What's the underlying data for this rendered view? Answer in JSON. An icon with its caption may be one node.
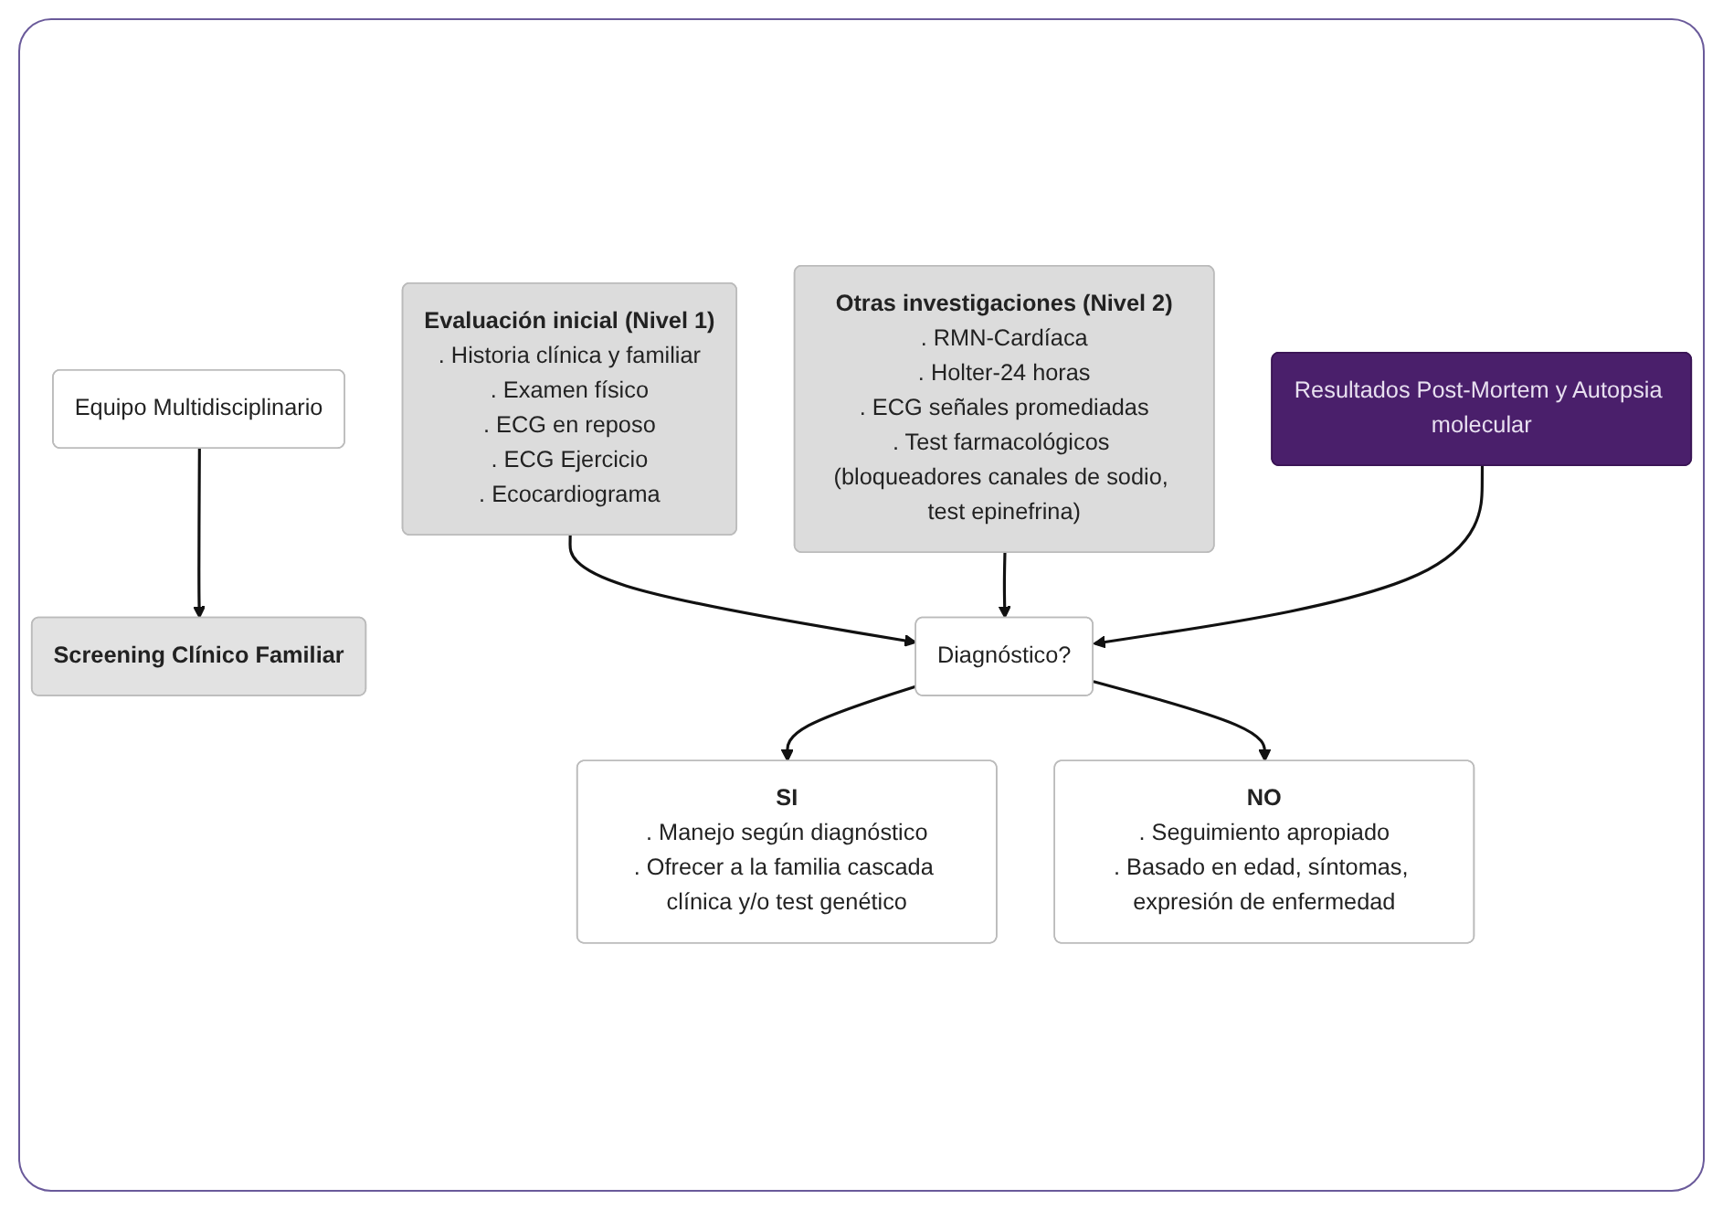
{
  "diagram": {
    "nodes": [
      {
        "text": [
          "Equipo Multidisciplinario"
        ]
      },
      {
        "text": [
          "Screening Clínico Familiar"
        ]
      },
      {
        "text": [
          "Evaluación inicial (Nivel 1)",
          ". Historia clínica y familiar",
          ". Examen físico",
          ". ECG en reposo",
          ". ECG Ejercicio",
          ". Ecocardiograma"
        ]
      },
      {
        "text": [
          "Otras investigaciones (Nivel 2)",
          ". RMN-Cardíaca",
          ". Holter-24 horas",
          ". ECG señales promediadas",
          ". Test farmacológicos (bloqueadores canales de sodio, test epinefrina)"
        ]
      },
      {
        "text": [
          "Resultados Post-Mortem y Autopsia molecular"
        ]
      },
      {
        "text": [
          "Diagnóstico?"
        ]
      },
      {
        "text": [
          "SI",
          ". Manejo según diagnóstico",
          ". Ofrecer a la familia cascada clínica y/o test genético"
        ]
      },
      {
        "text": [
          "NO",
          ". Seguimiento apropiado",
          ". Basado en edad, síntomas, expresión de enfermedad"
        ]
      }
    ],
    "edges": [
      {
        "from": 0,
        "to": 1,
        "arrow": "to"
      },
      {
        "from": 2,
        "to": 5,
        "arrow": "to"
      },
      {
        "from": 3,
        "to": 5,
        "arrow": "to"
      },
      {
        "from": 4,
        "to": 5,
        "arrow": "to"
      },
      {
        "from": 5,
        "to": 6,
        "arrow": "to"
      },
      {
        "from": 5,
        "to": 7,
        "arrow": "to"
      }
    ]
  }
}
